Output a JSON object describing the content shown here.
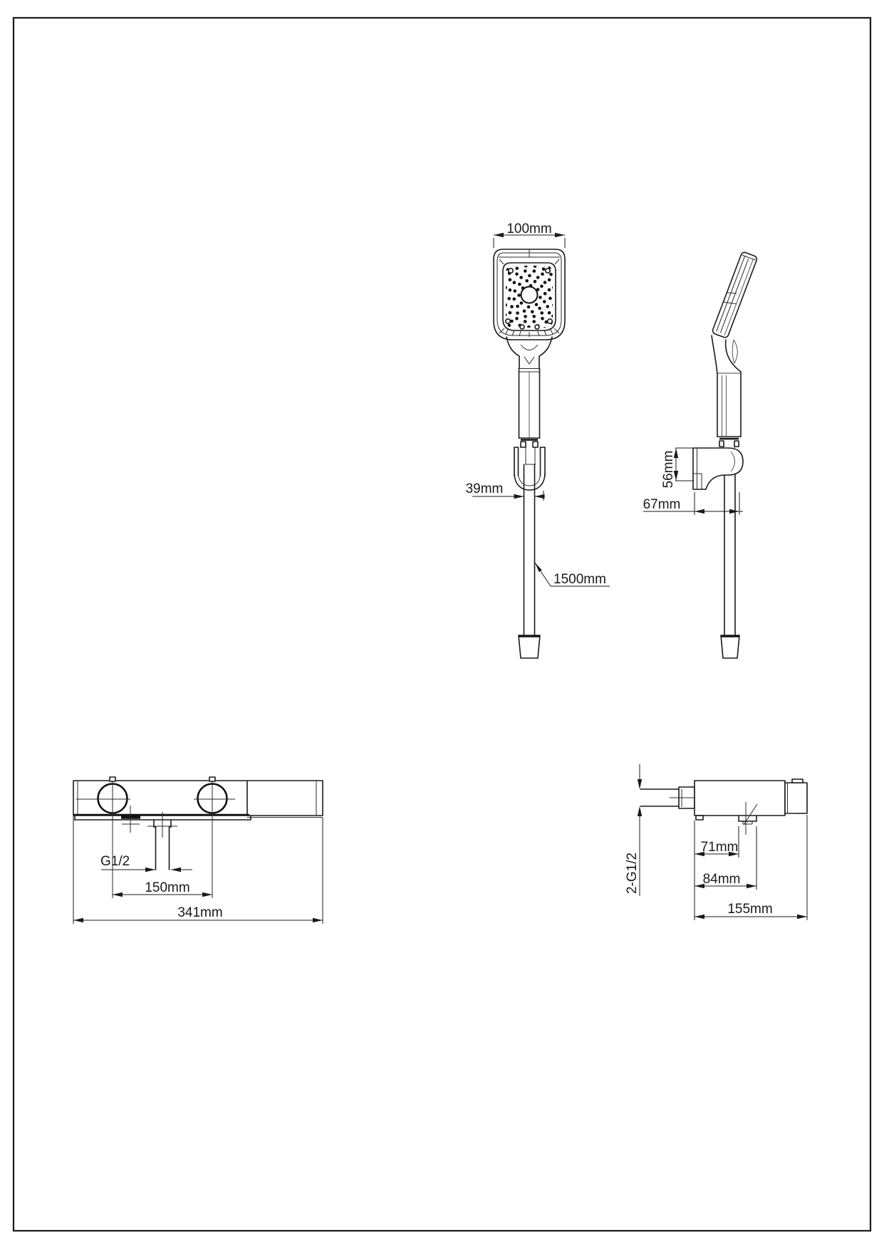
{
  "page": {
    "background": "#ffffff",
    "line_color": "#1a1a1a"
  },
  "views": {
    "handshower_front": {
      "dims": {
        "head_width": "100mm",
        "holder_width": "39mm",
        "hose_length": "1500mm"
      }
    },
    "handshower_side": {
      "dims": {
        "holder_height": "56mm",
        "holder_depth": "67mm"
      }
    },
    "mixer_front": {
      "dims": {
        "outlet_thread": "G1/2",
        "handle_spacing": "150mm",
        "overall_width": "341mm"
      }
    },
    "mixer_side": {
      "dims": {
        "inlet_thread": "2-G1/2",
        "offset_a": "71mm",
        "offset_b": "84mm",
        "overall_depth": "155mm"
      }
    }
  }
}
